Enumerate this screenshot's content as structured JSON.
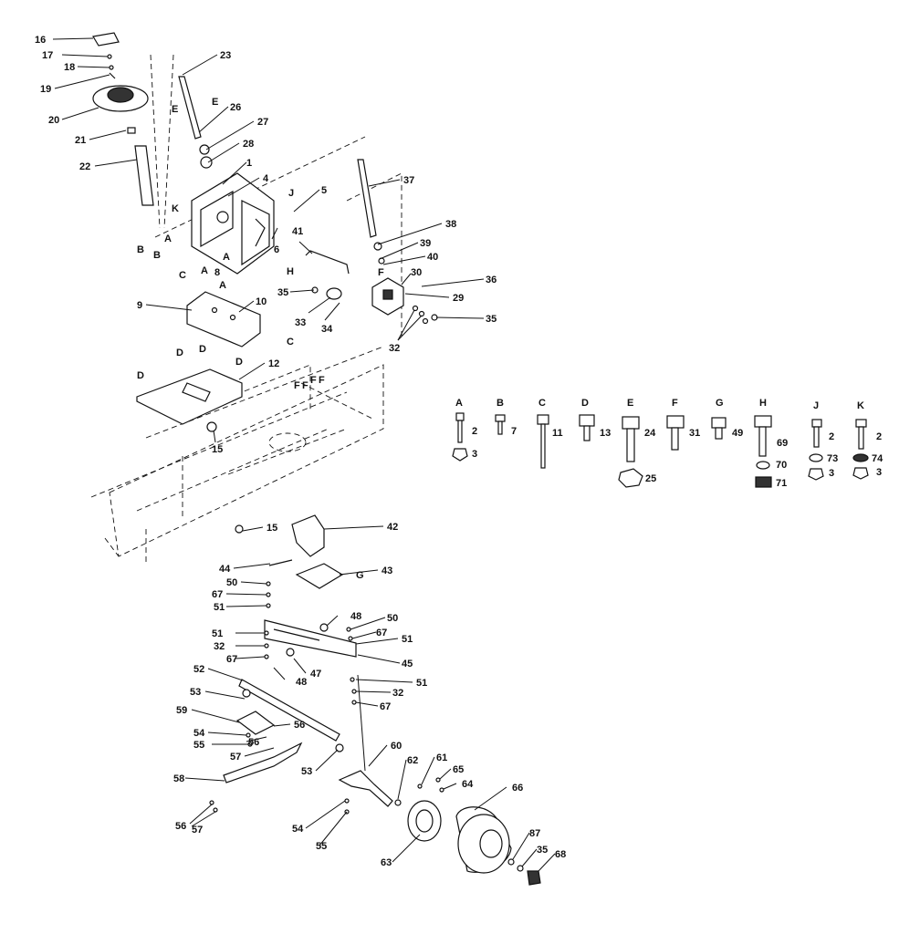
{
  "callouts": [
    {
      "id": "c16",
      "text": "16"
    },
    {
      "id": "c17",
      "text": "17"
    },
    {
      "id": "c18",
      "text": "18"
    },
    {
      "id": "c19",
      "text": "19"
    },
    {
      "id": "c20",
      "text": "20"
    },
    {
      "id": "c21",
      "text": "21"
    },
    {
      "id": "c22",
      "text": "22"
    },
    {
      "id": "c23",
      "text": "23"
    },
    {
      "id": "c26",
      "text": "26"
    },
    {
      "id": "c27",
      "text": "27"
    },
    {
      "id": "c28",
      "text": "28"
    },
    {
      "id": "c1",
      "text": "1"
    },
    {
      "id": "c4",
      "text": "4"
    },
    {
      "id": "c5",
      "text": "5"
    },
    {
      "id": "c6",
      "text": "6"
    },
    {
      "id": "c8",
      "text": "8"
    },
    {
      "id": "c9",
      "text": "9"
    },
    {
      "id": "c10",
      "text": "10"
    },
    {
      "id": "c12",
      "text": "12"
    },
    {
      "id": "c15a",
      "text": "15"
    },
    {
      "id": "c15b",
      "text": "15"
    },
    {
      "id": "c37",
      "text": "37"
    },
    {
      "id": "c38",
      "text": "38"
    },
    {
      "id": "c39",
      "text": "39"
    },
    {
      "id": "c40",
      "text": "40"
    },
    {
      "id": "c41",
      "text": "41"
    },
    {
      "id": "c30",
      "text": "30"
    },
    {
      "id": "c36",
      "text": "36"
    },
    {
      "id": "c29",
      "text": "29"
    },
    {
      "id": "c35a",
      "text": "35"
    },
    {
      "id": "c35b",
      "text": "35"
    },
    {
      "id": "c33",
      "text": "33"
    },
    {
      "id": "c34",
      "text": "34"
    },
    {
      "id": "c32a",
      "text": "32"
    },
    {
      "id": "c42",
      "text": "42"
    },
    {
      "id": "c43",
      "text": "43"
    },
    {
      "id": "c44",
      "text": "44"
    },
    {
      "id": "c50a",
      "text": "50"
    },
    {
      "id": "c67a",
      "text": "67"
    },
    {
      "id": "c51a",
      "text": "51"
    },
    {
      "id": "c48a",
      "text": "48"
    },
    {
      "id": "c50b",
      "text": "50"
    },
    {
      "id": "c67b",
      "text": "67"
    },
    {
      "id": "c51b",
      "text": "51"
    },
    {
      "id": "c51c",
      "text": "51"
    },
    {
      "id": "c32b",
      "text": "32"
    },
    {
      "id": "c67c",
      "text": "67"
    },
    {
      "id": "c48b",
      "text": "48"
    },
    {
      "id": "c47",
      "text": "47"
    },
    {
      "id": "c45",
      "text": "45"
    },
    {
      "id": "c51d",
      "text": "51"
    },
    {
      "id": "c32c",
      "text": "32"
    },
    {
      "id": "c67d",
      "text": "67"
    },
    {
      "id": "c52",
      "text": "52"
    },
    {
      "id": "c53a",
      "text": "53"
    },
    {
      "id": "c59",
      "text": "59"
    },
    {
      "id": "c56a",
      "text": "56"
    },
    {
      "id": "c54a",
      "text": "54"
    },
    {
      "id": "c55a",
      "text": "55"
    },
    {
      "id": "c56b",
      "text": "56"
    },
    {
      "id": "c57a",
      "text": "57"
    },
    {
      "id": "c58",
      "text": "58"
    },
    {
      "id": "c53b",
      "text": "53"
    },
    {
      "id": "c56c",
      "text": "56"
    },
    {
      "id": "c57b",
      "text": "57"
    },
    {
      "id": "c54b",
      "text": "54"
    },
    {
      "id": "c55b",
      "text": "55"
    },
    {
      "id": "c60",
      "text": "60"
    },
    {
      "id": "c62",
      "text": "62"
    },
    {
      "id": "c61",
      "text": "61"
    },
    {
      "id": "c65",
      "text": "65"
    },
    {
      "id": "c64",
      "text": "64"
    },
    {
      "id": "c66",
      "text": "66"
    },
    {
      "id": "c63",
      "text": "63"
    },
    {
      "id": "c87",
      "text": "87"
    },
    {
      "id": "c35c",
      "text": "35"
    },
    {
      "id": "c68",
      "text": "68"
    }
  ],
  "letters": [
    {
      "id": "lE1",
      "text": "E"
    },
    {
      "id": "lE2",
      "text": "E"
    },
    {
      "id": "lK",
      "text": "K"
    },
    {
      "id": "lJ",
      "text": "J"
    },
    {
      "id": "lA1",
      "text": "A"
    },
    {
      "id": "lB1",
      "text": "B"
    },
    {
      "id": "lB2",
      "text": "B"
    },
    {
      "id": "lA2",
      "text": "A"
    },
    {
      "id": "lH",
      "text": "H"
    },
    {
      "id": "lF1",
      "text": "F"
    },
    {
      "id": "lC1",
      "text": "C"
    },
    {
      "id": "lA3",
      "text": "A"
    },
    {
      "id": "lA4",
      "text": "A"
    },
    {
      "id": "lC2",
      "text": "C"
    },
    {
      "id": "lD1",
      "text": "D"
    },
    {
      "id": "lD2",
      "text": "D"
    },
    {
      "id": "lD3",
      "text": "D"
    },
    {
      "id": "lD4",
      "text": "D"
    },
    {
      "id": "lF2",
      "text": "F"
    },
    {
      "id": "lF3",
      "text": "F"
    },
    {
      "id": "lF4",
      "text": "F"
    },
    {
      "id": "lF5",
      "text": "F"
    },
    {
      "id": "lG",
      "text": "G"
    }
  ],
  "hardware_legend": [
    {
      "letter": "A",
      "parts": [
        "2",
        "3"
      ]
    },
    {
      "letter": "B",
      "parts": [
        "7"
      ]
    },
    {
      "letter": "C",
      "parts": [
        "11"
      ]
    },
    {
      "letter": "D",
      "parts": [
        "13"
      ]
    },
    {
      "letter": "E",
      "parts": [
        "24",
        "25"
      ]
    },
    {
      "letter": "F",
      "parts": [
        "31"
      ]
    },
    {
      "letter": "G",
      "parts": [
        "49"
      ]
    },
    {
      "letter": "H",
      "parts": [
        "69",
        "70",
        "71"
      ]
    },
    {
      "letter": "J",
      "parts": [
        "2",
        "73",
        "3"
      ]
    },
    {
      "letter": "K",
      "parts": [
        "2",
        "74",
        "3"
      ]
    }
  ]
}
